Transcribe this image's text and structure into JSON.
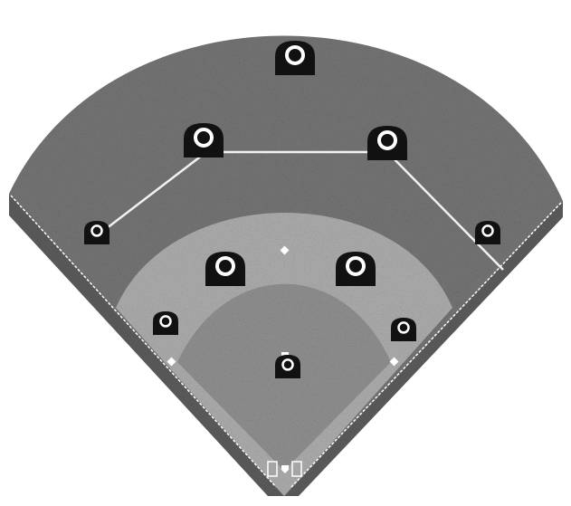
{
  "diagram": {
    "type": "baseball-field-positions",
    "colors": {
      "background": "#ffffff",
      "outfield": "#6f6f6f",
      "outfield_edge": "#585858",
      "infield_dirt": "#a6a6a6",
      "infield_grass": "#8a8a8a",
      "foul_line": "#ffffff",
      "marker": "#111111",
      "marker_ring": "#ffffff",
      "connector": "#f2f2f2"
    },
    "markers": [
      {
        "name": "deep-center-fielder-marker",
        "role": "player",
        "size": "large"
      },
      {
        "name": "left-center-fielder-marker",
        "role": "player",
        "size": "large"
      },
      {
        "name": "right-center-fielder-marker",
        "role": "player",
        "size": "large"
      },
      {
        "name": "left-fielder-marker",
        "role": "player",
        "size": "small"
      },
      {
        "name": "right-fielder-marker",
        "role": "player",
        "size": "small"
      },
      {
        "name": "shortstop-marker",
        "role": "player",
        "size": "large"
      },
      {
        "name": "second-baseman-marker",
        "role": "player",
        "size": "large"
      },
      {
        "name": "third-baseman-marker",
        "role": "player",
        "size": "small"
      },
      {
        "name": "first-baseman-marker",
        "role": "player",
        "size": "small"
      },
      {
        "name": "pitcher-marker",
        "role": "player",
        "size": "small"
      }
    ],
    "connections": [
      {
        "name": "outfield-line-left",
        "from": "left-fielder-marker",
        "to": "left-center-fielder-marker"
      },
      {
        "name": "outfield-line-center",
        "from": "left-center-fielder-marker",
        "to": "right-center-fielder-marker"
      },
      {
        "name": "outfield-line-right",
        "from": "right-center-fielder-marker",
        "to": "right-fielder-marker"
      }
    ],
    "bases": [
      "first-base",
      "second-base",
      "third-base",
      "home-plate"
    ]
  }
}
